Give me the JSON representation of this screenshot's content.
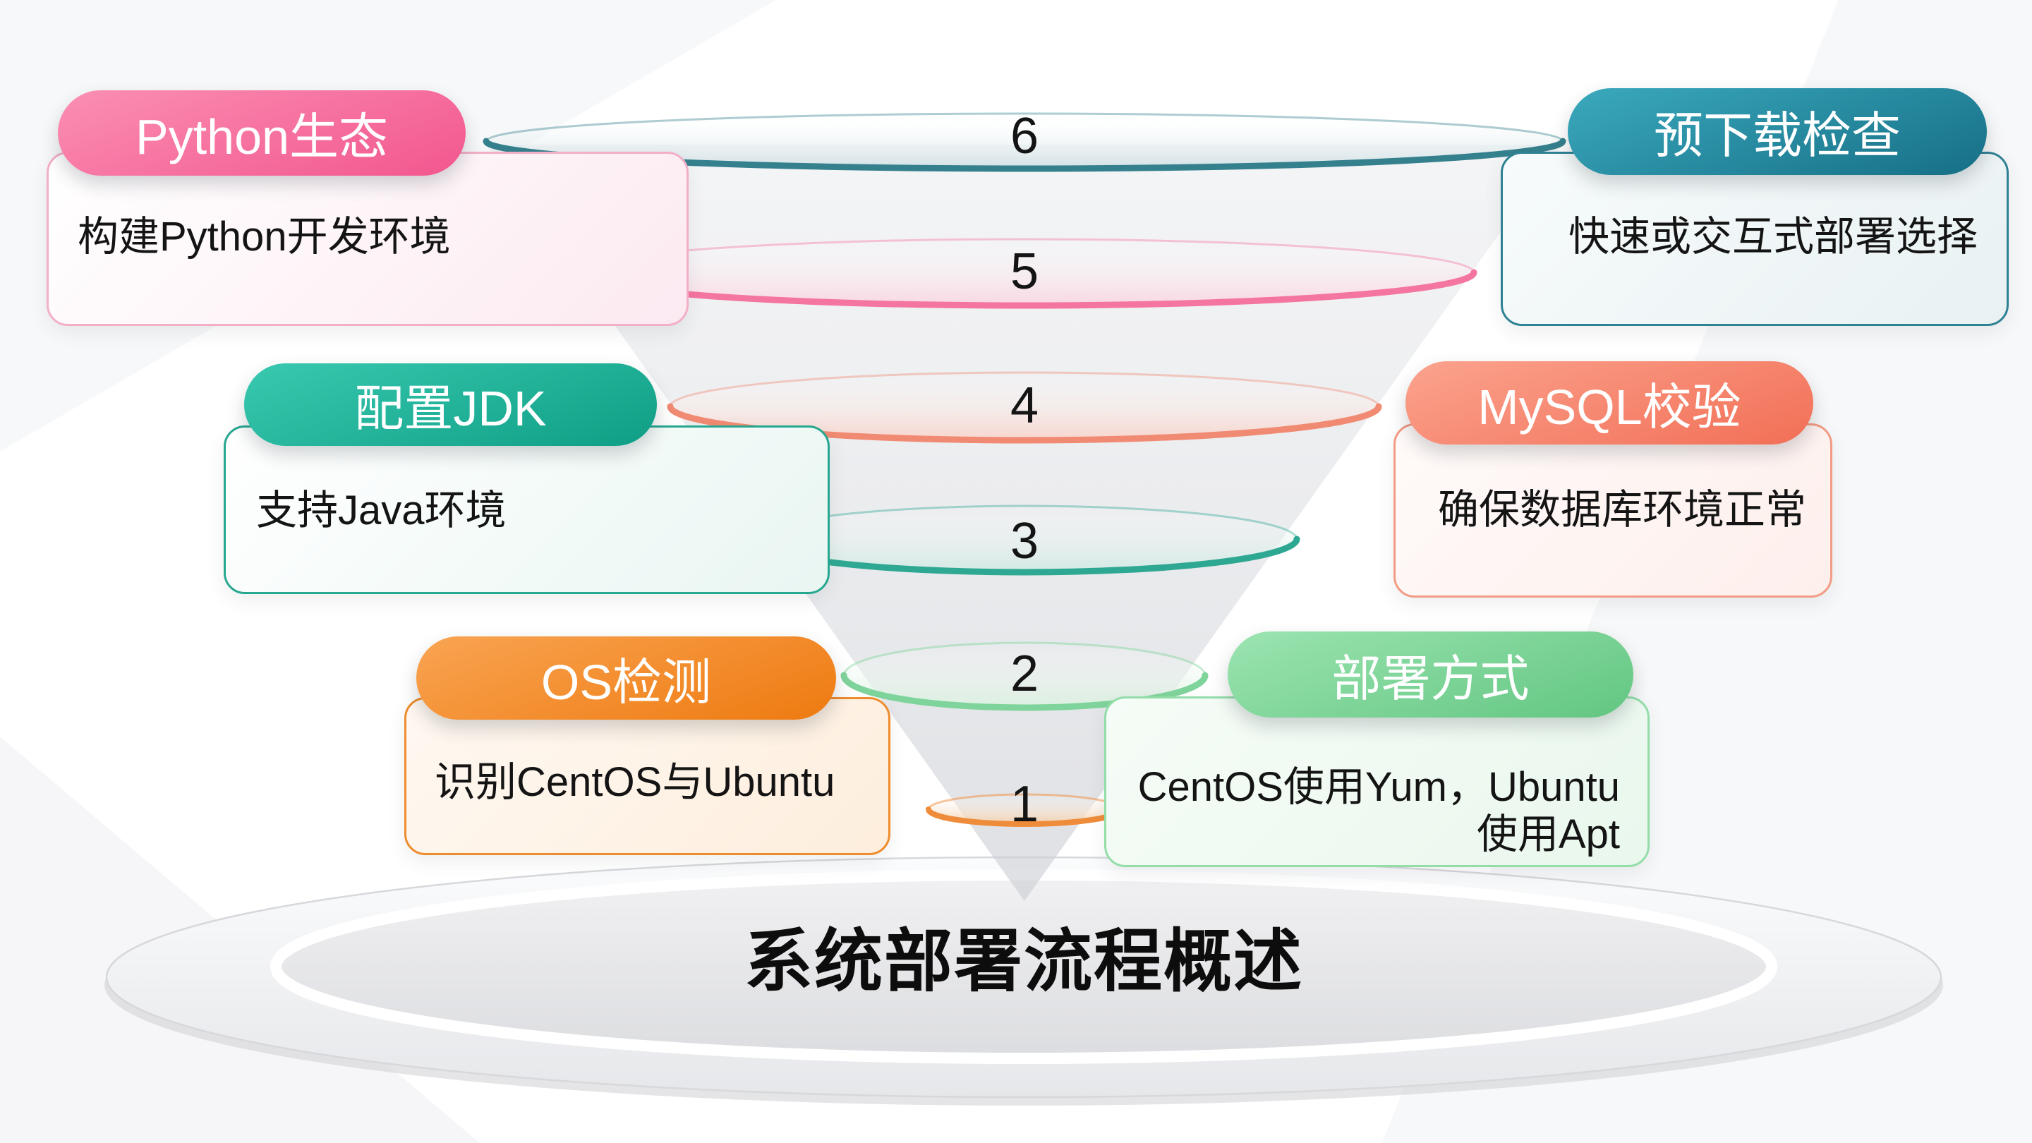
{
  "title": "系统部署流程概述",
  "funnel": {
    "levels": [
      {
        "num": "6",
        "rim_color": "#35808d",
        "fill_tint": "#cfe0e4"
      },
      {
        "num": "5",
        "rim_color": "#f4759f",
        "fill_tint": "#f9d4e0"
      },
      {
        "num": "4",
        "rim_color": "#f08a73",
        "fill_tint": "#f8d2c8"
      },
      {
        "num": "3",
        "rim_color": "#2fa893",
        "fill_tint": "#cfe9e2"
      },
      {
        "num": "2",
        "rim_color": "#7fd49b",
        "fill_tint": "#d9f1df"
      },
      {
        "num": "1",
        "rim_color": "#ef8c3b",
        "fill_tint": "#f3cfa8"
      }
    ]
  },
  "cards": [
    {
      "id": "python",
      "pill": "Python生态",
      "desc": "构建Python开发环境",
      "pill_color_light": "#fb8fb3",
      "pill_color_dark": "#f2568e",
      "border_color": "#f3afc8"
    },
    {
      "id": "predownload",
      "pill": "预下载检查",
      "desc": "快速或交互式部署选择",
      "pill_color_light": "#3ba9bd",
      "pill_color_dark": "#166f86",
      "border_color": "#2e8294"
    },
    {
      "id": "jdk",
      "pill": "配置JDK",
      "desc": "支持Java环境",
      "pill_color_light": "#38c9b0",
      "pill_color_dark": "#0f9e85",
      "border_color": "#26a78f"
    },
    {
      "id": "mysql",
      "pill": "MySQL校验",
      "desc": "确保数据库环境正常",
      "pill_color_light": "#fba38e",
      "pill_color_dark": "#f26f56",
      "border_color": "#f29b85"
    },
    {
      "id": "os",
      "pill": "OS检测",
      "desc": "识别CentOS与Ubuntu",
      "pill_color_light": "#f9a452",
      "pill_color_dark": "#ee7a10",
      "border_color": "#ef8c2d"
    },
    {
      "id": "deploy",
      "pill": "部署方式",
      "desc": "CentOS使用Yum，Ubuntu 使用Apt",
      "desc_lines": [
        "CentOS使用Yum，Ubuntu",
        "使用Apt"
      ],
      "pill_color_light": "#9ce4b1",
      "pill_color_dark": "#62c681",
      "border_color": "#93dda9"
    }
  ]
}
